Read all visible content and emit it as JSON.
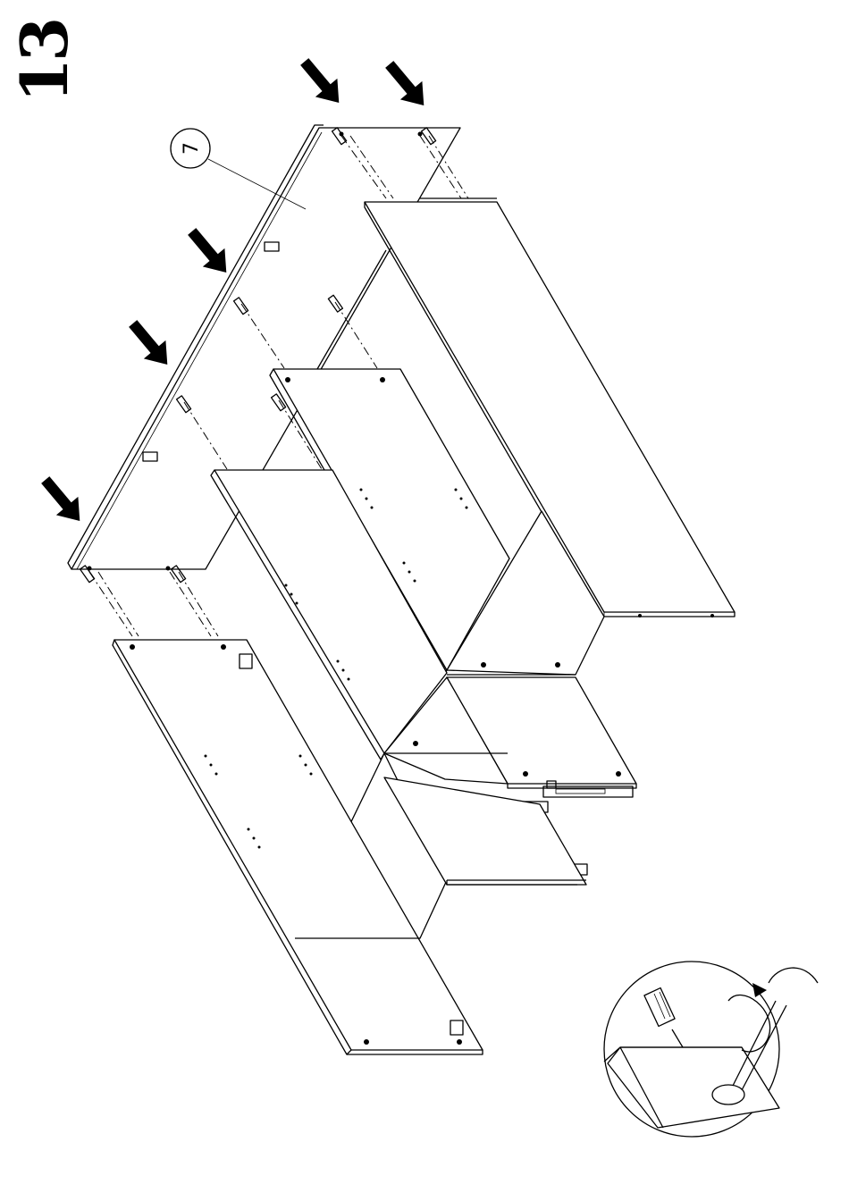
{
  "step": {
    "number": "13"
  },
  "callout": {
    "part_number": "7"
  },
  "arrows": {
    "count": 5,
    "direction": "down-right"
  },
  "detail_inset": {
    "tool": "screwdriver-icon",
    "action": "rotate-screw"
  }
}
